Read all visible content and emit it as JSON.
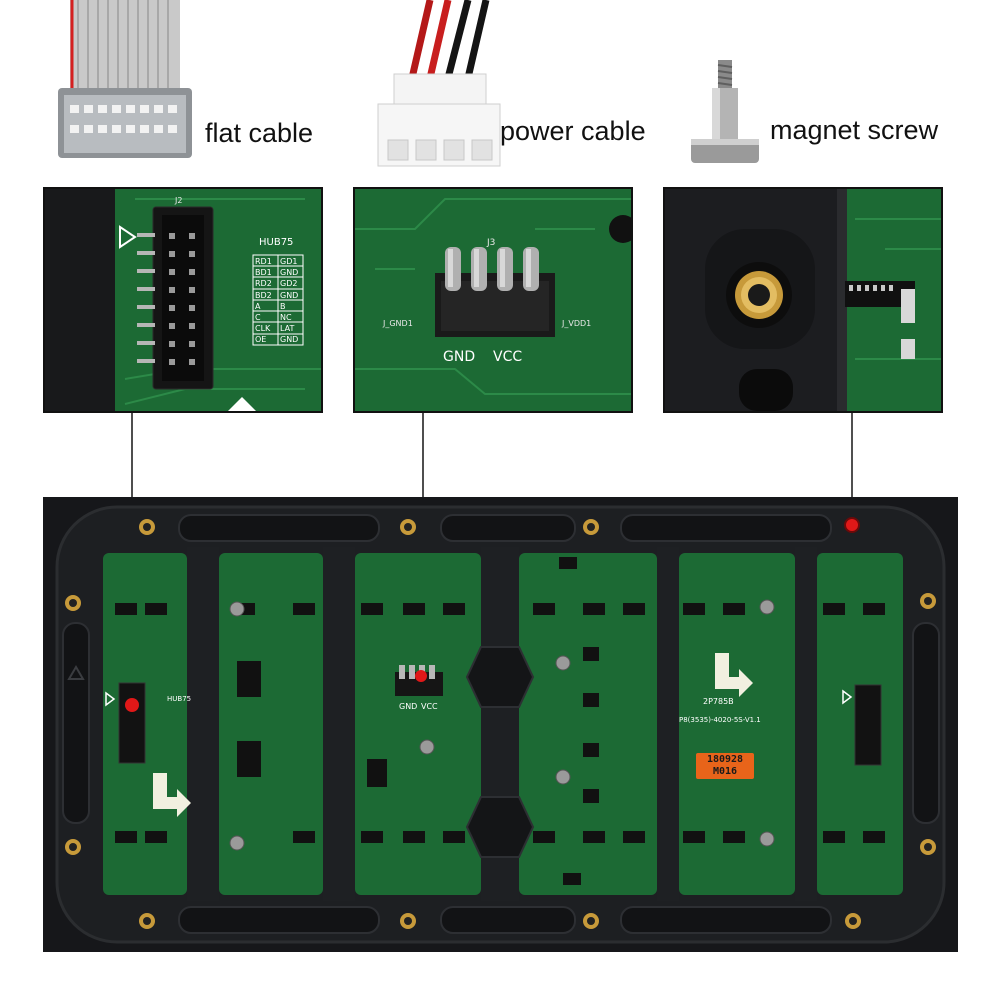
{
  "accessories": [
    {
      "label": "flat cable",
      "icon": "flat-cable-connector-icon"
    },
    {
      "label": "power cable",
      "icon": "power-cable-connector-icon"
    },
    {
      "label": "magnet screw",
      "icon": "magnet-screw-icon"
    }
  ],
  "hub75_inset": {
    "ref": "J2",
    "title": "HUB75",
    "pins": [
      [
        "RD1",
        "GD1"
      ],
      [
        "BD1",
        "GND"
      ],
      [
        "RD2",
        "GD2"
      ],
      [
        "BD2",
        "GND"
      ],
      [
        "A",
        "B"
      ],
      [
        "C",
        "NC"
      ],
      [
        "CLK",
        "LAT"
      ],
      [
        "OE",
        "GND"
      ]
    ]
  },
  "power_inset": {
    "ref": "J3",
    "left_net": "J_GND1",
    "right_net": "J_VDD1",
    "gnd": "GND",
    "vcc": "VCC"
  },
  "module": {
    "connector_title": "HUB75",
    "gnd": "GND",
    "vcc": "VCC",
    "model_text": "2P785B",
    "version_text": "P8(3535)-4020-5S-V1.1",
    "date_code": "180928",
    "batch_code": "M016"
  },
  "colors": {
    "pcb": "#1c6a34",
    "pcb_dark": "#0e4a22",
    "frame": "#1d1f22",
    "marker": "#e01818",
    "label_bg": "#e8641a"
  }
}
